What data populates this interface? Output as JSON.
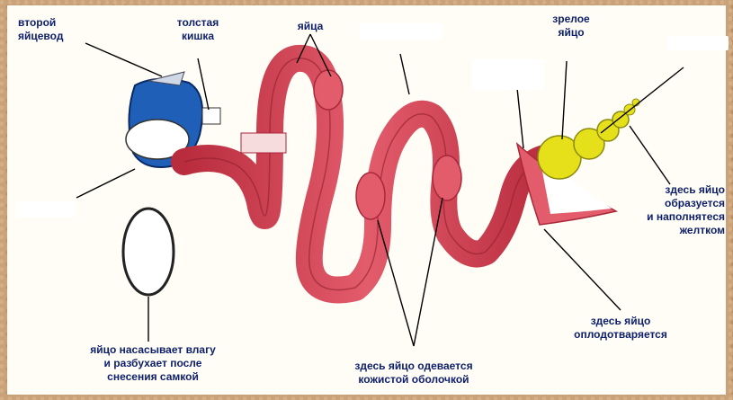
{
  "labels": {
    "second_oviduct": "второй\nяйцевод",
    "large_intestine": "толстая\nкишка",
    "eggs": "яйца",
    "mature_egg": "зрелое\nяйцо",
    "formed": "здесь яйцо\nобразуется\nи наполнятеся\nжелтком",
    "fertilized": "здесь яйцо\nоплодотваряется",
    "shell": "здесь яйцо одевается\nкожистой оболочкой",
    "absorbs": "яйцо насасывает влагу\nи разбухает после\nснесения самкой"
  },
  "colors": {
    "duct": "#d94a5a",
    "duct_dark": "#a8283a",
    "blue": "#1f5fb8",
    "yolk": "#e6e01a",
    "label": "#0d1f6b"
  }
}
